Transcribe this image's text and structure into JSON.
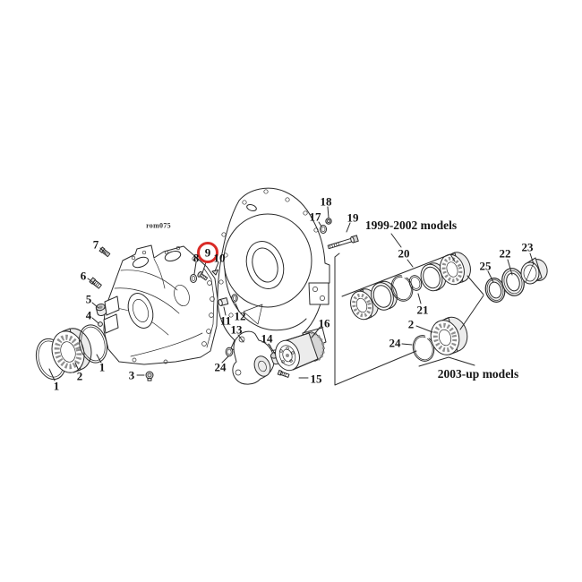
{
  "figure": {
    "watermark": "rom075",
    "highlight": {
      "circled_number": "9",
      "color": "#d92b27"
    },
    "model_groups": [
      {
        "id": "1999-2002",
        "label": "1999-2002 models"
      },
      {
        "id": "2003-up",
        "label": "2003-up models"
      }
    ],
    "callouts": {
      "c1": "1",
      "c2": "2",
      "c3": "3",
      "c4": "4",
      "c5": "5",
      "c6": "6",
      "c7": "7",
      "c8": "8",
      "c9": "9",
      "c10": "10",
      "c11": "11",
      "c12": "12",
      "c13": "13",
      "c14": "14",
      "c15": "15",
      "c16": "16",
      "c17": "17",
      "c18": "18",
      "c19": "19",
      "c20": "20",
      "c21": "21",
      "c22": "22",
      "c23": "23",
      "c24": "24",
      "c25": "25"
    }
  }
}
